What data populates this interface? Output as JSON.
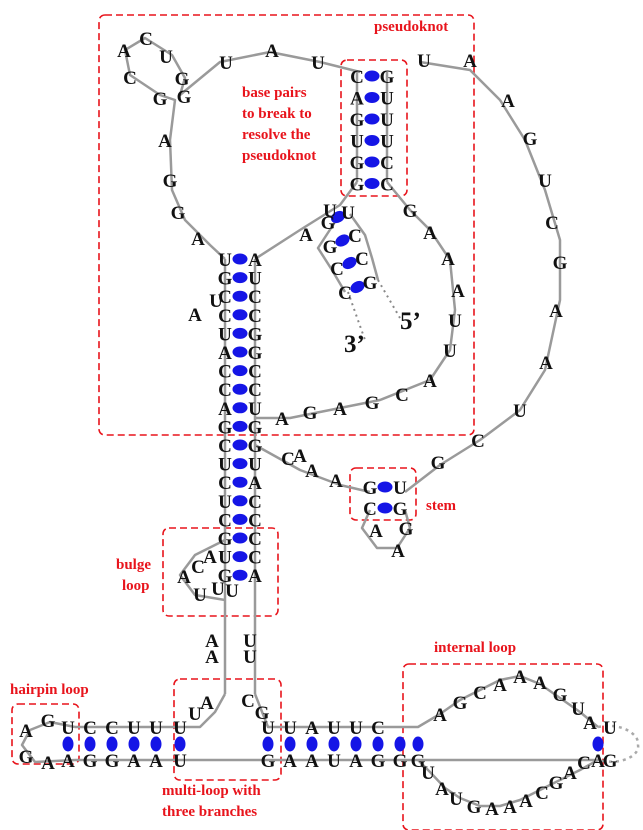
{
  "colors": {
    "label": "#e8141c",
    "backbone": "#9a9a9a",
    "pair": "#1515e6",
    "box": "#e8141c",
    "base": "#111111"
  },
  "labels": {
    "pseudoknot": "pseudoknot",
    "base_pairs_1": "base pairs",
    "base_pairs_2": "to break to",
    "base_pairs_3": "resolve the",
    "base_pairs_4": "pseudoknot",
    "stem": "stem",
    "bulge_1": "bulge",
    "bulge_2": "loop",
    "internal": "internal loop",
    "hairpin": "hairpin loop",
    "multi_1": "multi-loop with",
    "multi_2": "three branches"
  },
  "ends": {
    "three_prime": "3’",
    "five_prime": "5’"
  },
  "regions": [
    {
      "key": "pseudoknot",
      "label": "pseudoknot"
    },
    {
      "key": "base_pairs",
      "label": "base pairs to break to resolve the pseudoknot"
    },
    {
      "key": "stem",
      "label": "stem"
    },
    {
      "key": "bulge",
      "label": "bulge loop"
    },
    {
      "key": "hairpin",
      "label": "hairpin loop"
    },
    {
      "key": "multiloop",
      "label": "multi-loop with three branches"
    },
    {
      "key": "internal",
      "label": "internal loop"
    }
  ],
  "helix_main": {
    "left": [
      "U",
      "G",
      "C",
      "C",
      "U",
      "A",
      "C",
      "C",
      "A",
      "G",
      "C",
      "U",
      "C",
      "U",
      "C",
      "G",
      "U",
      "G"
    ],
    "right": [
      "A",
      "U",
      "C",
      "C",
      "G",
      "G",
      "C",
      "C",
      "U",
      "G",
      "G",
      "U",
      "A",
      "C",
      "C",
      "C",
      "C",
      "A"
    ]
  },
  "stem_box": {
    "top": [
      "G",
      "U"
    ],
    "bottom": [
      "C",
      "G"
    ]
  },
  "pk_helix": {
    "left": [
      "C",
      "A",
      "G",
      "U",
      "G",
      "G"
    ],
    "right": [
      "G",
      "U",
      "U",
      "U",
      "C",
      "C"
    ]
  },
  "inner_helix": {
    "outer": [
      "U",
      "C",
      "C",
      "G"
    ],
    "inner": [
      "G",
      "G",
      "C",
      "C"
    ]
  },
  "h_top": [
    "U",
    "C",
    "C",
    "U",
    "U",
    "U",
    "U",
    "U",
    "A",
    "U",
    "U",
    "C"
  ],
  "h_bot": [
    "A",
    "G",
    "G",
    "A",
    "A",
    "U",
    "G",
    "A",
    "A",
    "U",
    "A",
    "G",
    "G",
    "G"
  ],
  "misc": {
    "cluster": [
      "C",
      "A",
      "C",
      "U",
      "G",
      "G",
      "G"
    ],
    "top_strand": [
      "U",
      "A",
      "U",
      "U",
      "A"
    ],
    "right_arc": [
      "A",
      "G",
      "U",
      "C",
      "G",
      "A",
      "A",
      "U",
      "C",
      "G"
    ],
    "left_loop": [
      "A",
      "G",
      "G",
      "A",
      "A",
      "U",
      "A",
      "U"
    ],
    "right_loop": [
      "G",
      "A",
      "A",
      "A",
      "U",
      "U",
      "A",
      "C",
      "G",
      "A",
      "G",
      "A",
      "A"
    ],
    "junction": [
      "C",
      "A",
      "A",
      "A",
      "C",
      "A",
      "U",
      "U",
      "A",
      "A",
      "G",
      "U"
    ],
    "hairpin_loop": [
      "G",
      "A",
      "G",
      "A"
    ],
    "internal_top": [
      "A",
      "G",
      "C",
      "A",
      "A",
      "A",
      "G",
      "U",
      "A"
    ],
    "internal_bottom": [
      "U",
      "A",
      "U",
      "G",
      "A",
      "A",
      "A",
      "C",
      "G",
      "A",
      "C",
      "A"
    ],
    "extra": [
      "U",
      "G",
      "U",
      "A",
      "C",
      "G",
      "A",
      "A",
      "U",
      "U"
    ]
  }
}
